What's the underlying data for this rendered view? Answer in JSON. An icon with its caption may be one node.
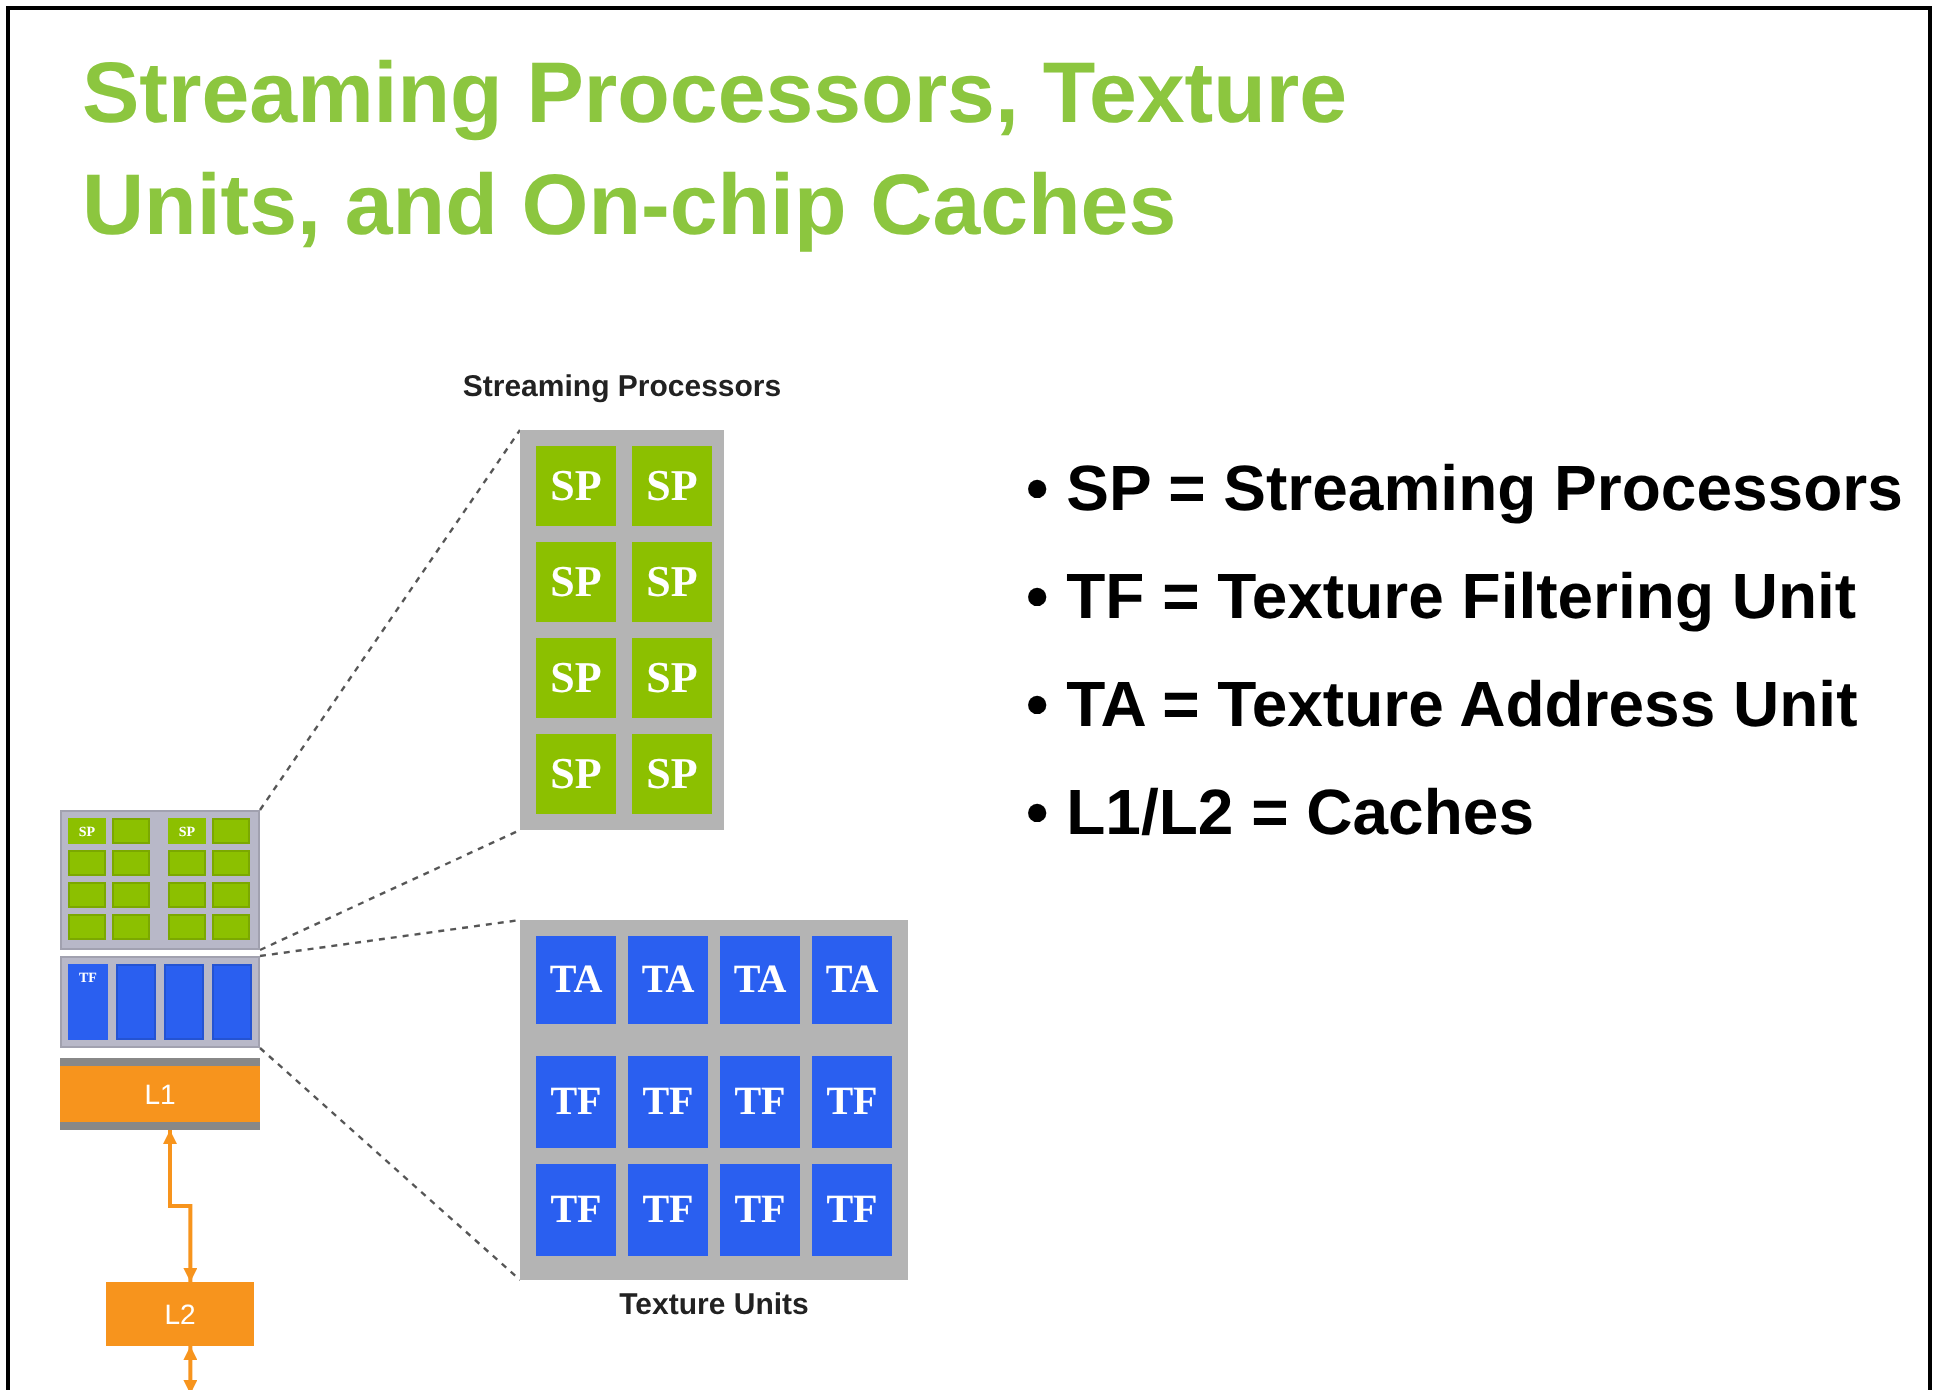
{
  "diagram": {
    "title": "Streaming Processors, Texture Units, and On-chip Caches",
    "nodes": [
      {
        "text": [],
        "shape": "box"
      },
      {
        "text": [
          "SP"
        ],
        "in": 0
      },
      {
        "text": [],
        "shape": "box",
        "in": 0
      },
      {
        "text": [],
        "shape": "box",
        "in": 0
      },
      {
        "text": [],
        "shape": "box",
        "in": 0
      },
      {
        "text": [],
        "shape": "box",
        "in": 0
      },
      {
        "text": [],
        "shape": "box",
        "in": 0
      },
      {
        "text": [],
        "shape": "box",
        "in": 0
      },
      {
        "text": [],
        "shape": "box",
        "in": 0
      },
      {
        "text": [
          "SP"
        ],
        "in": 0
      },
      {
        "text": [],
        "shape": "box",
        "in": 0
      },
      {
        "text": [],
        "shape": "box",
        "in": 0
      },
      {
        "text": [],
        "shape": "box",
        "in": 0
      },
      {
        "text": [],
        "shape": "box",
        "in": 0
      },
      {
        "text": [],
        "shape": "box",
        "in": 0
      },
      {
        "text": [],
        "shape": "box",
        "in": 0
      },
      {
        "text": [],
        "shape": "box",
        "in": 0
      },
      {
        "text": [],
        "shape": "box"
      },
      {
        "text": [
          "TF"
        ],
        "in": 17
      },
      {
        "text": [],
        "shape": "box",
        "in": 17
      },
      {
        "text": [],
        "shape": "box",
        "in": 17
      },
      {
        "text": [],
        "shape": "box",
        "in": 17
      },
      {
        "text": [
          "L1"
        ]
      },
      {
        "text": [
          "L2"
        ]
      },
      {
        "text": [
          "Streaming Processors"
        ]
      },
      {
        "text": [
          "SP"
        ],
        "in": 24
      },
      {
        "text": [
          "SP"
        ],
        "in": 24
      },
      {
        "text": [
          "SP"
        ],
        "in": 24
      },
      {
        "text": [
          "SP"
        ],
        "in": 24
      },
      {
        "text": [
          "SP"
        ],
        "in": 24
      },
      {
        "text": [
          "SP"
        ],
        "in": 24
      },
      {
        "text": [
          "SP"
        ],
        "in": 24
      },
      {
        "text": [
          "SP"
        ],
        "in": 24
      },
      {
        "text": [
          "Texture Units"
        ]
      },
      {
        "text": [
          "TA"
        ],
        "in": 33
      },
      {
        "text": [
          "TA"
        ],
        "in": 33
      },
      {
        "text": [
          "TA"
        ],
        "in": 33
      },
      {
        "text": [
          "TA"
        ],
        "in": 33
      },
      {
        "text": [
          "TF"
        ],
        "in": 33
      },
      {
        "text": [
          "TF"
        ],
        "in": 33
      },
      {
        "text": [
          "TF"
        ],
        "in": 33
      },
      {
        "text": [
          "TF"
        ],
        "in": 33
      },
      {
        "text": [
          "TF"
        ],
        "in": 33
      },
      {
        "text": [
          "TF"
        ],
        "in": 33
      },
      {
        "text": [
          "TF"
        ],
        "in": 33
      },
      {
        "text": [
          "TF"
        ],
        "in": 33
      }
    ],
    "edges": [
      {
        "from": 0,
        "to": 24,
        "arrow": "none",
        "style": "dashed"
      },
      {
        "from": 0,
        "to": 24,
        "arrow": "none",
        "style": "dashed"
      },
      {
        "from": 17,
        "to": 33,
        "arrow": "none",
        "style": "dashed"
      },
      {
        "from": 17,
        "to": 33,
        "arrow": "none",
        "style": "dashed"
      },
      {
        "from": 22,
        "to": 23,
        "arrow": "both",
        "color": "#f7941d"
      },
      {
        "from": 23,
        "to": null,
        "arrow": "both",
        "color": "#f7941d"
      }
    ],
    "labels": [
      "• SP = Streaming Processors",
      "• TF = Texture Filtering Unit",
      "• TA = Texture Address Unit",
      "• L1/L2 = Caches"
    ]
  }
}
